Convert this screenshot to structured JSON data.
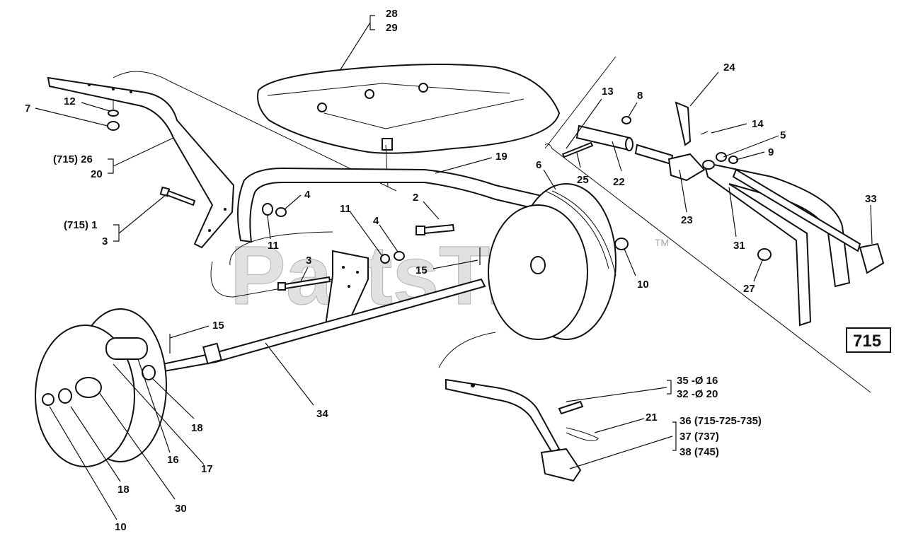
{
  "watermark": {
    "text": "PartsTree",
    "tm": "TM"
  },
  "model_box": "715",
  "callouts": {
    "c28": "28",
    "c29": "29",
    "c24": "24",
    "c13": "13",
    "c8": "8",
    "c12": "12",
    "c7": "7",
    "c715_26": "(715) 26",
    "c20": "20",
    "c19": "19",
    "c14": "14",
    "c5": "5",
    "c9": "9",
    "c6": "6",
    "c4a": "4",
    "c11a": "11",
    "c715_1": "(715) 1",
    "c3a": "3",
    "c25": "25",
    "c22": "22",
    "c23": "23",
    "c2": "2",
    "c11b": "11",
    "c4b": "4",
    "c33": "33",
    "c31": "31",
    "c3b": "3",
    "c15a": "15",
    "c10a": "10",
    "c27": "27",
    "c15b": "15",
    "c34": "34",
    "c18a": "18",
    "c16": "16",
    "c17": "17",
    "c18b": "18",
    "c30": "30",
    "c10b": "10",
    "c35": "35 -Ø 16",
    "c32": "32 -Ø 20",
    "c21": "21",
    "c36": "36 (715-725-735)",
    "c37": "37 (737)",
    "c38": "38 (745)"
  }
}
